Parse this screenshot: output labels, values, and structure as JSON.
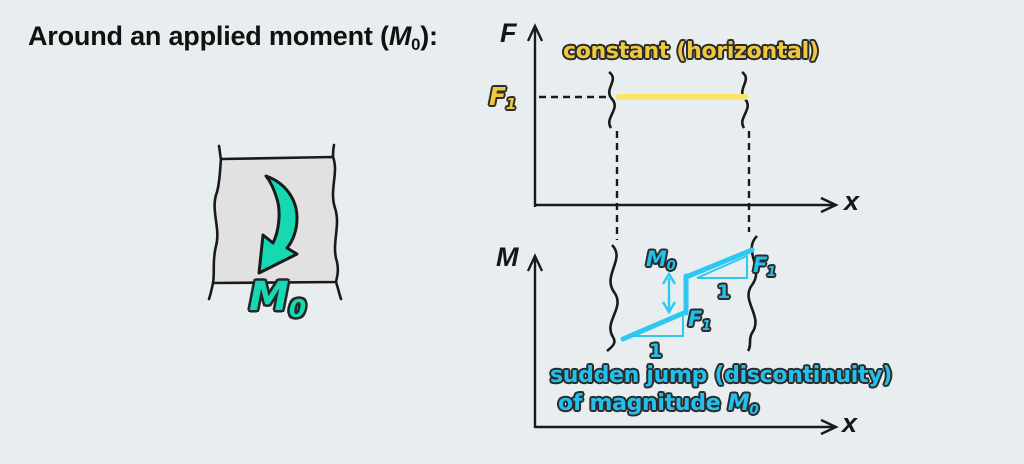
{
  "colors": {
    "background": "#e8eef0",
    "ink": "#1a1a1a",
    "teal_accent": "#16d8b2",
    "gold_accent": "#eec93f",
    "yellow_line": "#f9e566",
    "cyan_accent": "#2cc8f2",
    "beam_fill": "#e1e1e1"
  },
  "title": {
    "pre": "Around an applied moment (",
    "var": "M",
    "sub": "0",
    "post": "):"
  },
  "beam": {
    "moment_label": {
      "var": "M",
      "sub": "0"
    }
  },
  "shear_graph": {
    "y_axis_label": "F",
    "x_axis_label": "x",
    "level_label": {
      "var": "F",
      "sub": "1"
    },
    "annotation": "constant (horizontal)"
  },
  "moment_graph": {
    "y_axis_label": "M",
    "x_axis_label": "x",
    "jump_label": {
      "var": "M",
      "sub": "0"
    },
    "slope_triangle": {
      "run": "1",
      "rise_var": "F",
      "rise_sub": "1"
    },
    "annotation_line1": "sudden jump (discontinuity)",
    "annotation_line2": {
      "pre": "of magnitude ",
      "var": "M",
      "sub": "0"
    }
  }
}
